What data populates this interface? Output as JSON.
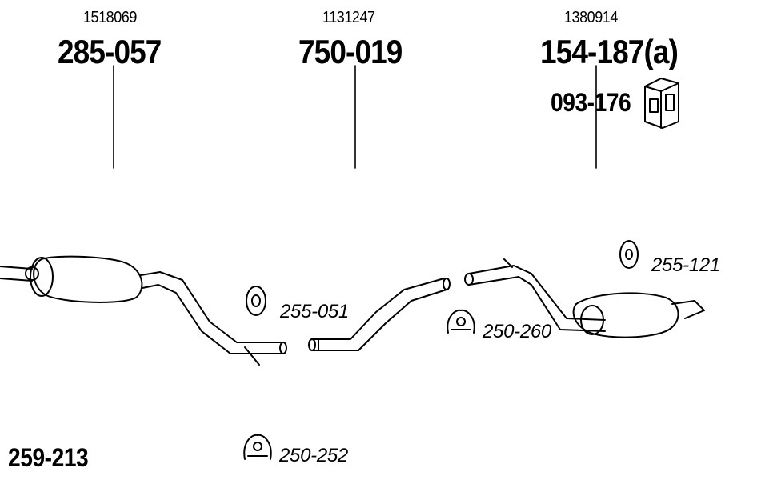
{
  "parts": {
    "front_silencer": {
      "oe_number": "1518069",
      "part_number": "285-057"
    },
    "middle_pipe": {
      "oe_number": "1131247",
      "part_number": "750-019"
    },
    "rear_silencer": {
      "oe_number": "1380914",
      "part_number": "154-187(a)"
    }
  },
  "accessories": {
    "hanger_mount": "093-176",
    "rubber_ring_front": "255-051",
    "rubber_ring_rear": "255-121",
    "clamp_middle": "250-260",
    "clamp_bottom": "250-252"
  },
  "system_number": "259-213"
}
